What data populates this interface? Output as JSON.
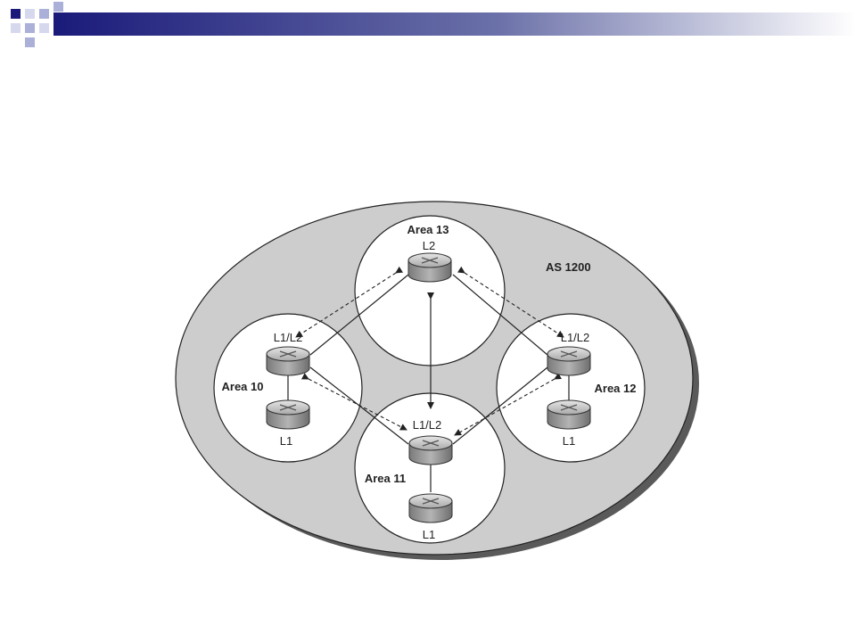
{
  "colors": {
    "header_dark": "#1a1a7a",
    "header_light": "#aab0d8",
    "ellipse_fill": "#cdcdcd",
    "area_fill": "#ffffff",
    "router_fill": "#9a9a9a"
  },
  "diagram": {
    "as_label": "AS 1200",
    "areas": [
      {
        "id": "area13",
        "title": "Area 13",
        "routers": [
          {
            "label": "L2"
          }
        ]
      },
      {
        "id": "area10",
        "title": "Area 10",
        "routers": [
          {
            "label": "L1/L2"
          },
          {
            "label": "L1"
          }
        ]
      },
      {
        "id": "area12",
        "title": "Area 12",
        "routers": [
          {
            "label": "L1/L2"
          },
          {
            "label": "L1"
          }
        ]
      },
      {
        "id": "area11",
        "title": "Area 11",
        "routers": [
          {
            "label": "L1/L2"
          },
          {
            "label": "L1"
          }
        ]
      }
    ],
    "icons": {
      "router": "router-icon"
    }
  }
}
